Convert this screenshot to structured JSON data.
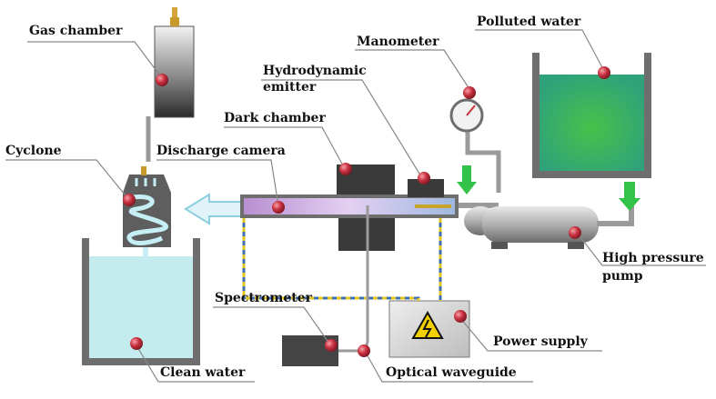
{
  "labels": {
    "gas_chamber": "Gas chamber",
    "cyclone": "Cyclone",
    "discharge_camera": "Discharge camera",
    "dark_chamber": "Dark chamber",
    "hydrodynamic_emitter_line1": "Hydrodynamic",
    "hydrodynamic_emitter_line2": "emitter",
    "manometer": "Manometer",
    "polluted_water": "Polluted water",
    "high_pressure_pump_line1": "High pressure",
    "high_pressure_pump_line2": "pump",
    "spectrometer": "Spectrometer",
    "power_supply": "Power supply",
    "optical_waveguide": "Optical waveguide",
    "clean_water": "Clean water"
  },
  "colors": {
    "marker": "#c8313f",
    "frame": "#6e6e6e",
    "polluted_water": "#36b060",
    "clean_water": "#c4ecef",
    "discharge_tube": "#c09ad8",
    "flow_arrow": "#33c24a",
    "cable_blue": "#3f6fb0",
    "cable_yellow": "#e0c61e",
    "warning": "#f0d000"
  }
}
